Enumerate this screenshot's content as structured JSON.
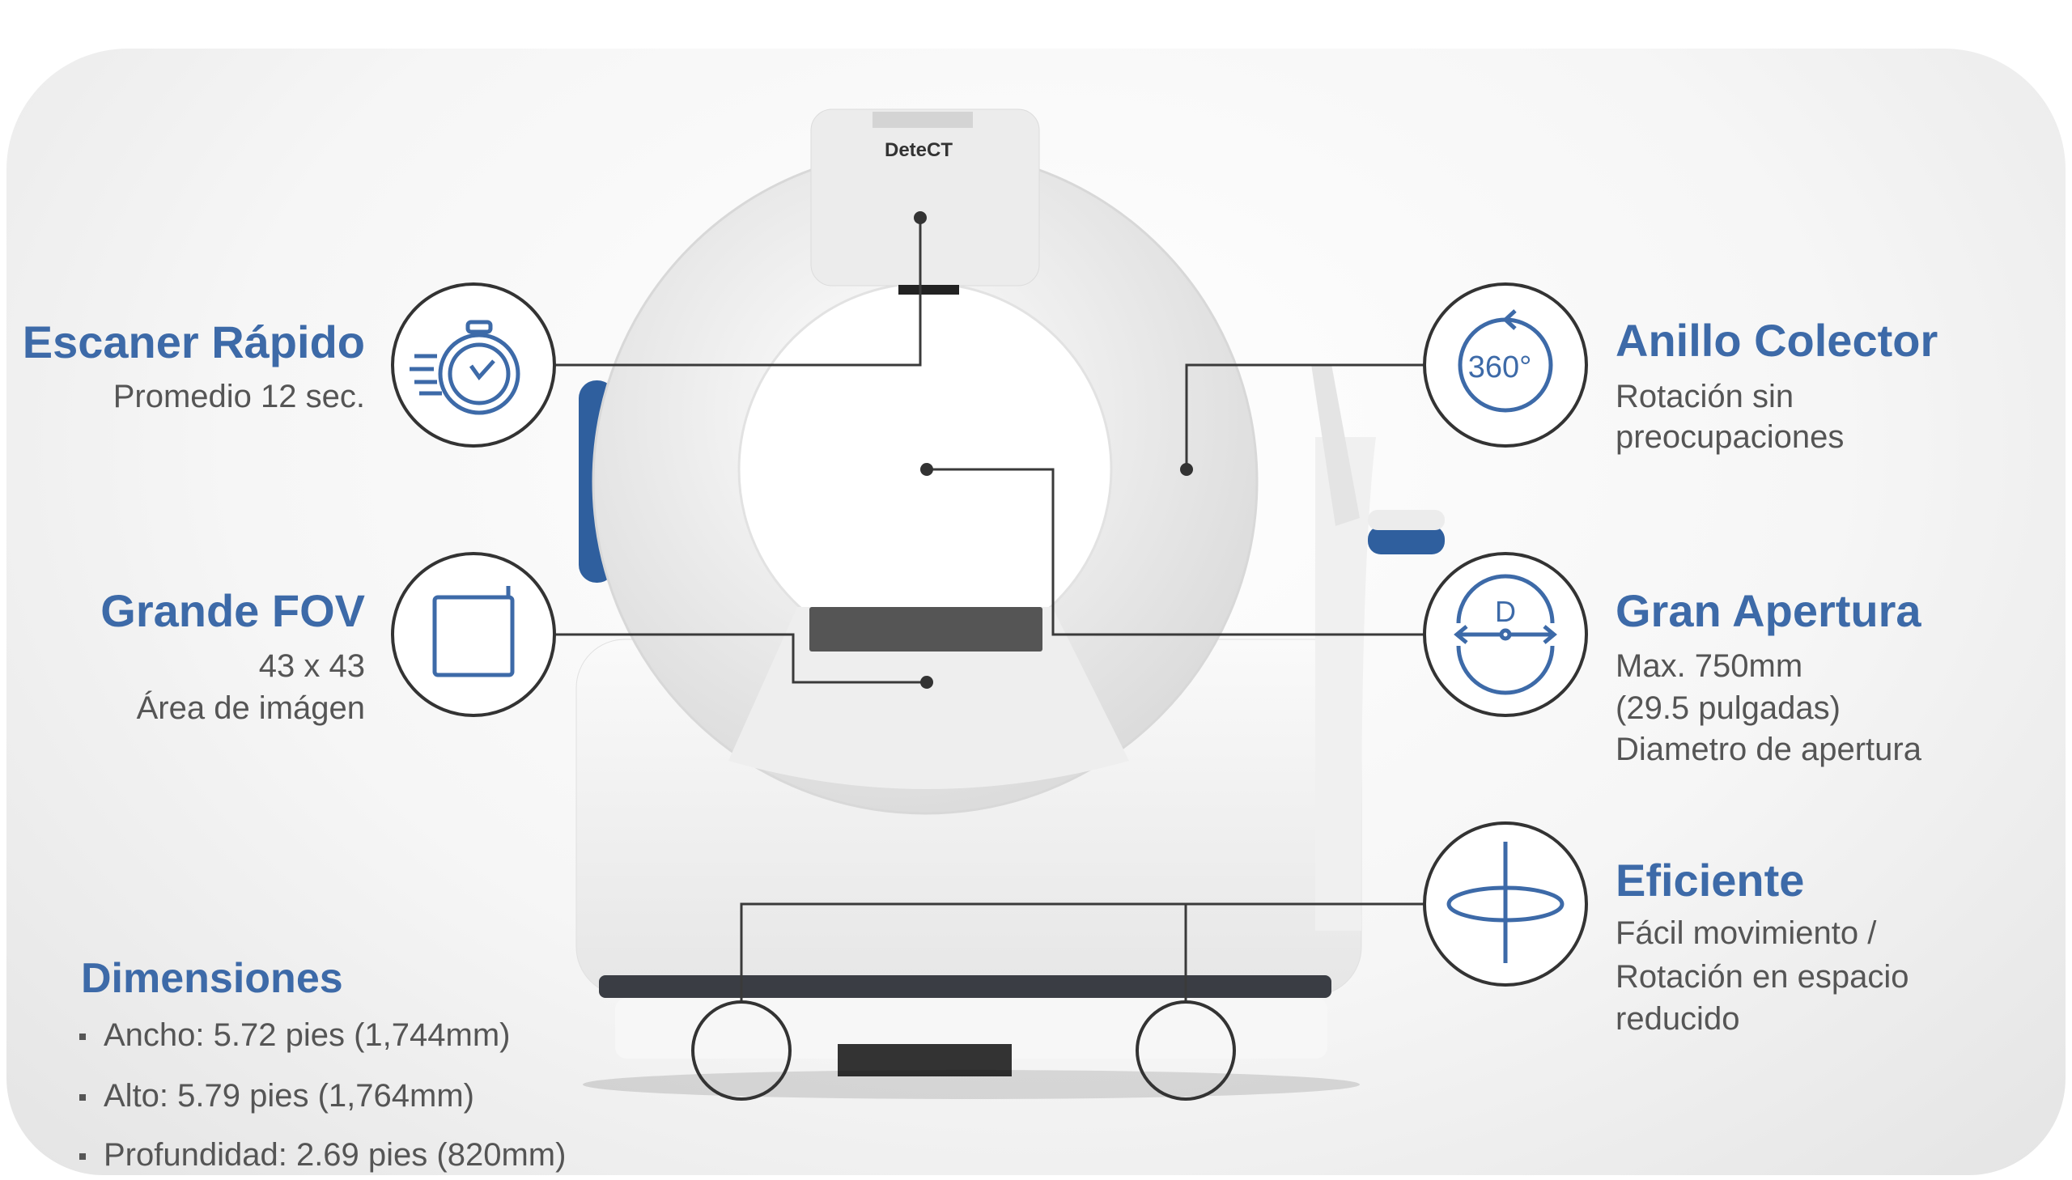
{
  "brand_logo": "DeteCT",
  "features": {
    "fast_scan": {
      "title": "Escaner Rápido",
      "lines": [
        "Promedio 12 sec."
      ],
      "icon": "stopwatch-icon"
    },
    "large_fov": {
      "title": "Grande FOV",
      "lines": [
        "43 x 43",
        "Área de imágen"
      ],
      "icon": "square-frame-icon"
    },
    "slip_ring": {
      "title": "Anillo Colector",
      "lines": [
        "Rotación sin",
        "preocupaciones"
      ],
      "icon": "rotation-360-icon",
      "icon_text": "360°"
    },
    "large_bore": {
      "title": "Gran Apertura",
      "lines": [
        "Max. 750mm",
        "(29.5 pulgadas)",
        "Diametro de apertura"
      ],
      "icon": "diameter-icon",
      "icon_text": "D"
    },
    "efficient": {
      "title": "Eficiente",
      "lines": [
        "Fácil movimiento /",
        "Rotación en espacio",
        "reducido"
      ],
      "icon": "axis-rotation-icon"
    }
  },
  "dimensions": {
    "title": "Dimensiones",
    "items": [
      "Ancho: 5.72 pies (1,744mm)",
      "Alto: 5.79 pies (1,764mm)",
      "Profundidad: 2.69 pies (820mm)"
    ]
  },
  "colors": {
    "accent": "#3d6aa8",
    "text": "#555555",
    "line": "#333333"
  }
}
